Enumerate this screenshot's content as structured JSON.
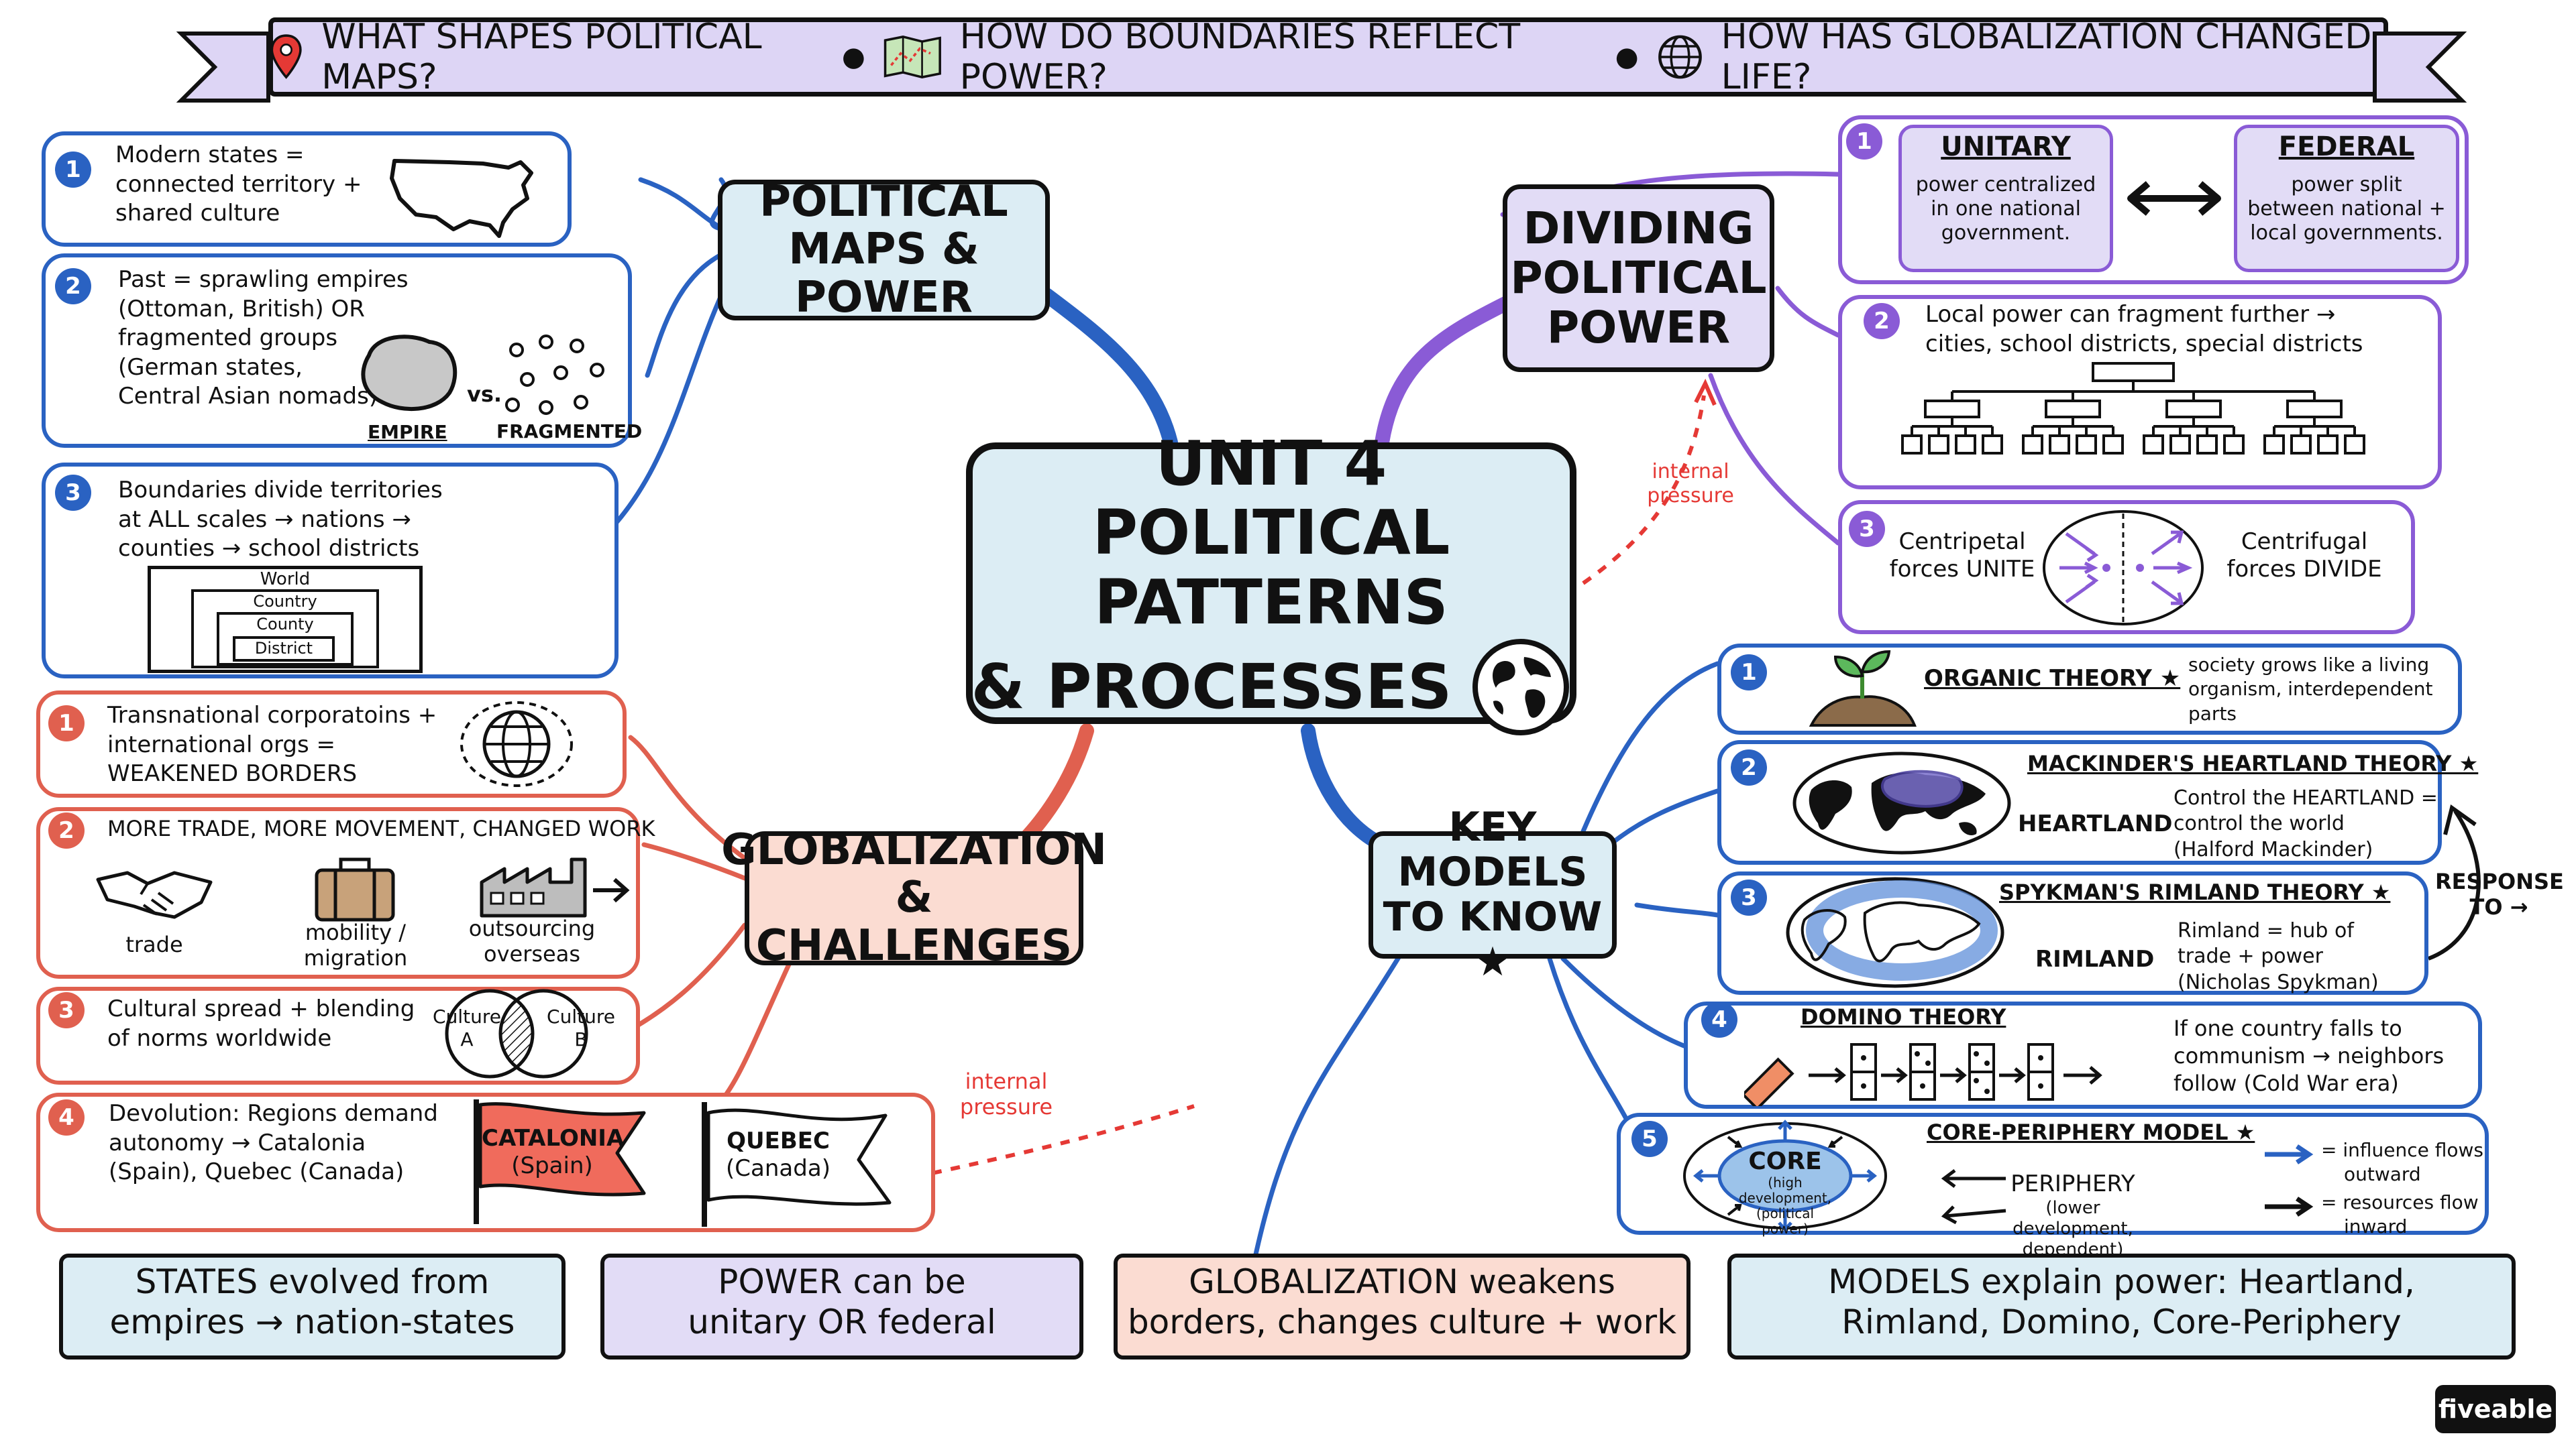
{
  "banner": {
    "q1": "WHAT SHAPES POLITICAL MAPS?",
    "q2": "HOW DO BOUNDARIES REFLECT POWER?",
    "q3": "HOW HAS GLOBALIZATION CHANGED LIFE?"
  },
  "center": {
    "line1": "UNIT 4",
    "line2": "POLITICAL PATTERNS",
    "line3": "& PROCESSES"
  },
  "political_maps": {
    "title_line1": "POLITICAL",
    "title_line2": "MAPS & POWER",
    "items": [
      {
        "num": "1",
        "lines": [
          "Modern states =",
          "connected territory +",
          "shared culture"
        ]
      },
      {
        "num": "2",
        "lines": [
          "Past = sprawling empires",
          "(Ottoman, British) OR",
          "fragmented groups",
          "(German states,",
          "Central Asian nomads)"
        ],
        "empire_label": "EMPIRE",
        "vs_label": "vs.",
        "fragmented_label": "FRAGMENTED"
      },
      {
        "num": "3",
        "lines": [
          "Boundaries divide territories",
          "at ALL scales → nations →",
          "counties → school districts"
        ],
        "scales": [
          "World",
          "Country",
          "County",
          "District"
        ]
      }
    ]
  },
  "dividing_power": {
    "title_line1": "DIVIDING",
    "title_line2": "POLITICAL",
    "title_line3": "POWER",
    "items": [
      {
        "num": "1",
        "unitary": {
          "title": "UNITARY",
          "lines": [
            "power centralized",
            "in one national",
            "government."
          ]
        },
        "federal": {
          "title": "FEDERAL",
          "lines": [
            "power split",
            "between national +",
            "local governments."
          ]
        }
      },
      {
        "num": "2",
        "lines": [
          "Local power can fragment further →",
          "cities, school districts, special districts"
        ]
      },
      {
        "num": "3",
        "left_lines": [
          "Centripetal",
          "forces UNITE"
        ],
        "right_lines": [
          "Centrifugal",
          "forces DIVIDE"
        ]
      }
    ]
  },
  "globalization": {
    "title_line1": "GLOBALIZATION",
    "title_line2": "& CHALLENGES",
    "items": [
      {
        "num": "1",
        "lines": [
          "Transnational corporatoins +",
          "international orgs =",
          "WEAKENED BORDERS"
        ]
      },
      {
        "num": "2",
        "lines": [
          "MORE TRADE, MORE MOVEMENT, CHANGED WORK"
        ],
        "trade_label": "trade",
        "mobility_lines": [
          "mobility /",
          "migration"
        ],
        "outsourcing_lines": [
          "outsourcing",
          "overseas"
        ]
      },
      {
        "num": "3",
        "lines": [
          "Cultural spread + blending",
          "of norms worldwide"
        ],
        "culture_a_lines": [
          "Culture",
          "A"
        ],
        "culture_b_lines": [
          "Culture",
          "B"
        ]
      },
      {
        "num": "4",
        "lines": [
          "Devolution: Regions demand",
          "autonomy → Catalonia",
          "(Spain), Quebec (Canada)"
        ],
        "flag1_lines": [
          "CATALONIA",
          "(Spain)"
        ],
        "flag2_lines": [
          "QUEBEC",
          "(Canada)"
        ]
      }
    ]
  },
  "key_models": {
    "title_line1": "KEY MODELS",
    "title_line2": "TO KNOW ★",
    "items": [
      {
        "num": "1",
        "title": "ORGANIC THEORY ★",
        "lines": [
          "society grows like a living",
          "organism, interdependent",
          "parts"
        ]
      },
      {
        "num": "2",
        "title": "MACKINDER'S HEARTLAND THEORY ★",
        "label": "HEARTLAND",
        "lines": [
          "Control the HEARTLAND =",
          "control the world",
          "(Halford Mackinder)"
        ]
      },
      {
        "num": "3",
        "title": "SPYKMAN'S RIMLAND THEORY ★",
        "label": "RIMLAND",
        "lines": [
          "Rimland = hub of",
          "trade + power",
          "(Nicholas Spykman)"
        ]
      },
      {
        "num": "4",
        "title": "DOMINO THEORY",
        "lines": [
          "If one country falls to",
          "communism → neighbors",
          "follow (Cold War era)"
        ]
      },
      {
        "num": "5",
        "title": "CORE-PERIPHERY MODEL ★",
        "core_lines": [
          "CORE",
          "(high development,",
          "(political power)"
        ],
        "periphery_lines": [
          "PERIPHERY",
          "(lower development,",
          "dependent)"
        ],
        "legend1_lines": [
          "= influence flows",
          "outward"
        ],
        "legend2_lines": [
          "= resources flow",
          "inward"
        ]
      }
    ],
    "response_lines": [
      "RESPONSE",
      "TO →"
    ]
  },
  "annotations": {
    "pressure_lines": [
      "internal",
      "pressure"
    ]
  },
  "summaries": [
    {
      "lines": [
        "STATES evolved from",
        "empires → nation-states"
      ],
      "color": "#dcedf4"
    },
    {
      "lines": [
        "POWER can be",
        "unitary OR federal"
      ],
      "color": "#e2dcf6"
    },
    {
      "lines": [
        "GLOBALIZATION weakens",
        "borders, changes culture + work"
      ],
      "color": "#fbdcd2"
    },
    {
      "lines": [
        "MODELS explain power: Heartland,",
        "Rimland, Domino, Core-Periphery"
      ],
      "color": "#dcedf4"
    }
  ],
  "brand": "fiveable",
  "colors": {
    "blue": "#2a62c2",
    "red": "#e0604f",
    "purple": "#8a5bd6",
    "light_blue": "#dcedf4",
    "light_purple": "#e2dcf6",
    "light_red": "#fbdcd2",
    "banner": "#ddd5f5"
  },
  "icons": [
    "map-pin-icon",
    "folded-map-icon",
    "globe-icon",
    "usa-map-icon",
    "seedling-icon",
    "handshake-icon",
    "suitcase-icon",
    "factory-icon",
    "domino-icon",
    "star-icon"
  ]
}
